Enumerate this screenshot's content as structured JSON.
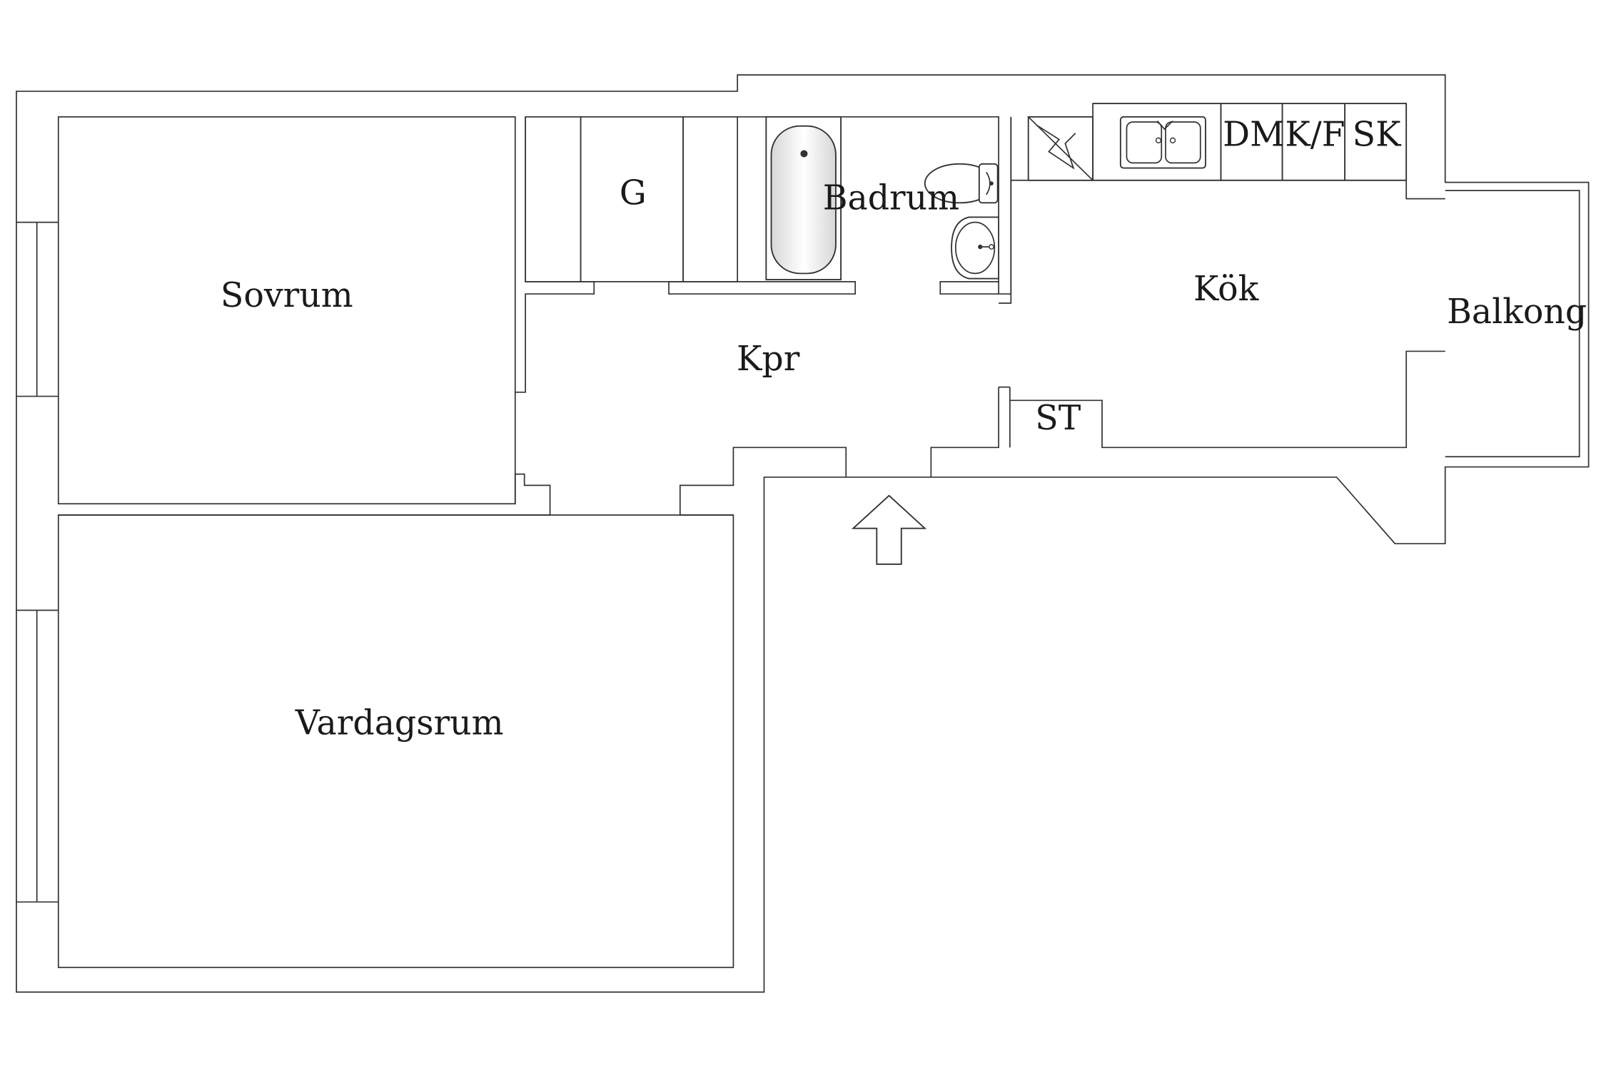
{
  "rooms": {
    "sovrum": "Sovrum",
    "vardagsrum": "Vardagsrum",
    "garderob": "G",
    "badrum": "Badrum",
    "korridor": "Kpr",
    "kok": "Kök",
    "balkong": "Balkong",
    "stadskap": "ST"
  },
  "kitchen_units": {
    "diskmaskin": "DM",
    "kyl_frys": "K/F",
    "skap": "SK"
  },
  "icons": {
    "entrance": "entrance-arrow-icon",
    "bathtub": "bathtub-icon",
    "toilet": "toilet-icon",
    "washbasin": "washbasin-icon",
    "stove": "stove-icon",
    "sink": "kitchen-sink-icon"
  },
  "colors": {
    "line": "#333333",
    "background": "#ffffff"
  }
}
